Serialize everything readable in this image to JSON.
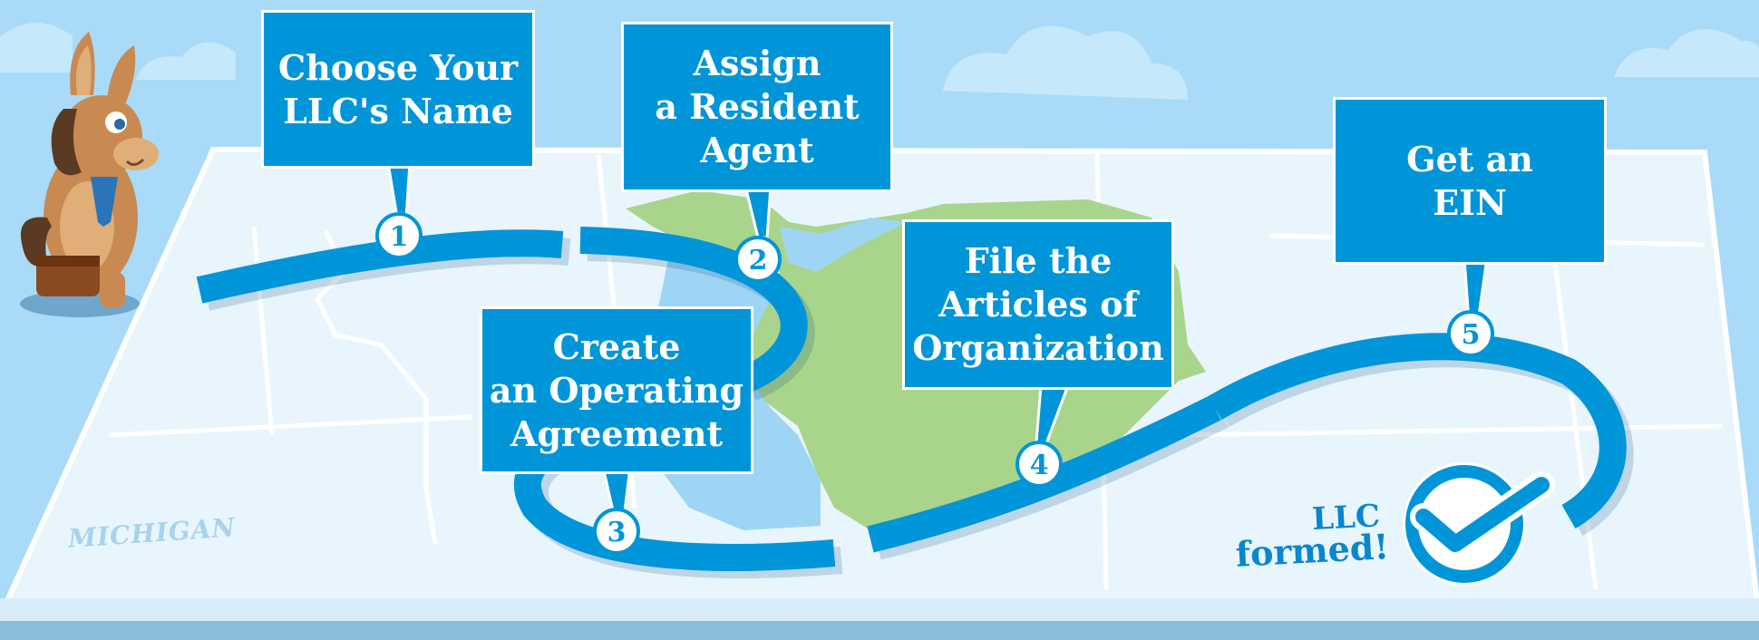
{
  "steps": [
    {
      "number": "1",
      "lines": [
        "Choose Your",
        "LLC's Name"
      ]
    },
    {
      "number": "2",
      "lines": [
        "Assign",
        "a Resident",
        "Agent"
      ]
    },
    {
      "number": "3",
      "lines": [
        "Create",
        "an Operating",
        "Agreement"
      ]
    },
    {
      "number": "4",
      "lines": [
        "File the",
        "Articles of",
        "Organization"
      ]
    },
    {
      "number": "5",
      "lines": [
        "Get an",
        "EIN"
      ]
    }
  ],
  "state_label": "MICHIGAN",
  "finish": {
    "line1": "LLC",
    "line2": "formed!"
  },
  "colors": {
    "sky": "#a9dbf8",
    "map": "#e8f5fd",
    "land_green": "#a8d48c",
    "water": "#9ed5f4",
    "path_blue": "#0095d9",
    "text_white": "#ffffff"
  }
}
